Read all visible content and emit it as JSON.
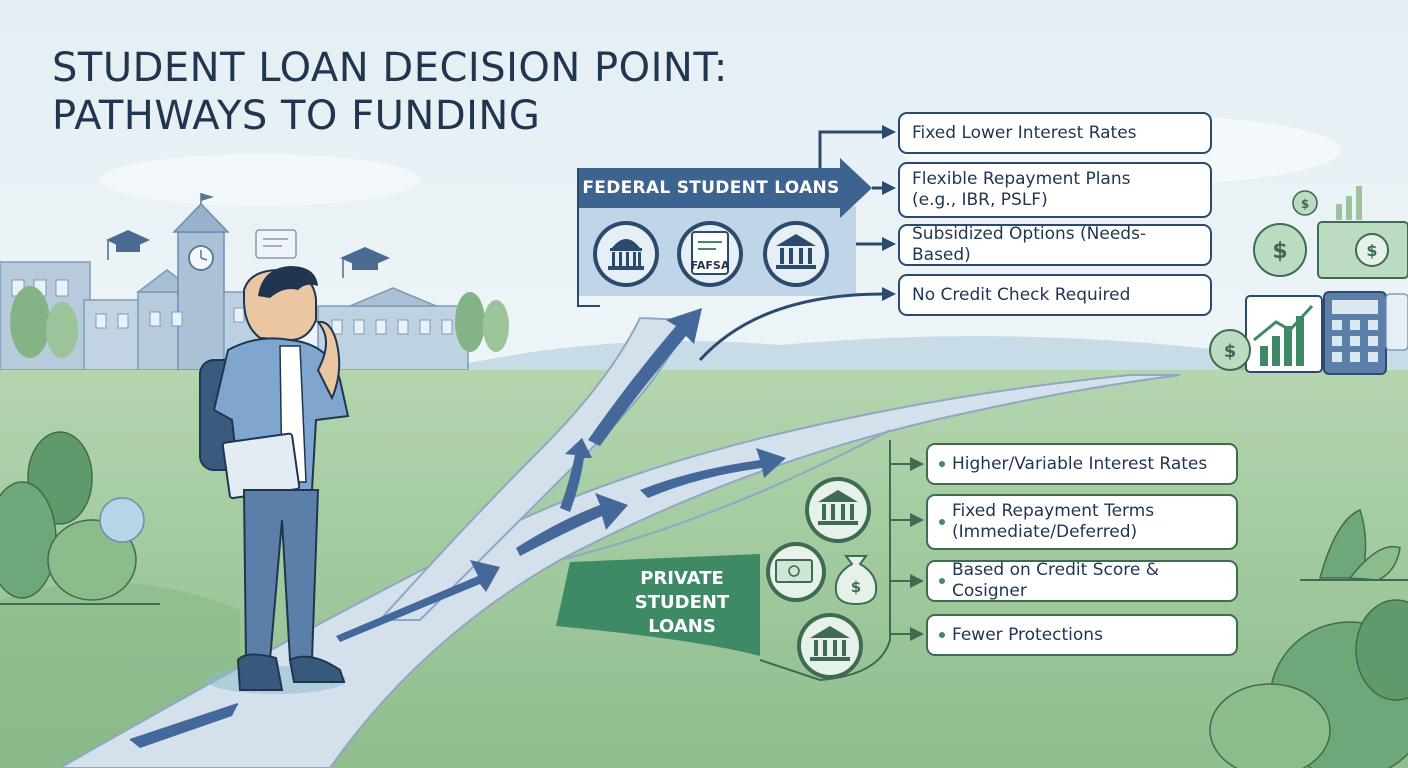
{
  "title": {
    "line1": "STUDENT LOAN DECISION POINT:",
    "line2": "PATHWAYS TO FUNDING"
  },
  "federal": {
    "label": "FEDERAL STUDENT LOANS",
    "icons": [
      "capitol-icon",
      "fafsa-form-icon",
      "bank-icon"
    ],
    "fafsa_text": "FAFSA",
    "benefits": [
      {
        "lines": [
          "Fixed Lower Interest Rates"
        ]
      },
      {
        "lines": [
          "Flexible Repayment Plans",
          "(e.g., IBR, PSLF)"
        ]
      },
      {
        "lines": [
          "Subsidized Options (Needs-Based)"
        ]
      },
      {
        "lines": [
          "No Credit Check Required"
        ]
      }
    ]
  },
  "private": {
    "label_lines": [
      "PRIVATE",
      "STUDENT",
      "LOANS"
    ],
    "icons": [
      "bank-icon",
      "cash-icon",
      "money-bag-icon",
      "bank-icon"
    ],
    "features": [
      {
        "lines": [
          "Higher/Variable Interest Rates"
        ]
      },
      {
        "lines": [
          "Fixed Repayment Terms",
          "(Immediate/Deferred)"
        ]
      },
      {
        "lines": [
          "Based on Credit Score & Cosigner"
        ]
      },
      {
        "lines": [
          "Fewer Protections"
        ]
      }
    ]
  },
  "colors": {
    "federal_accent": "#3d6391",
    "federal_dark": "#2c4a6e",
    "private_accent": "#3e8a66",
    "path": "#d4e1ec",
    "arrow": "#44689a",
    "grass": "#9dc69a",
    "sky": "#e7f1f6"
  }
}
